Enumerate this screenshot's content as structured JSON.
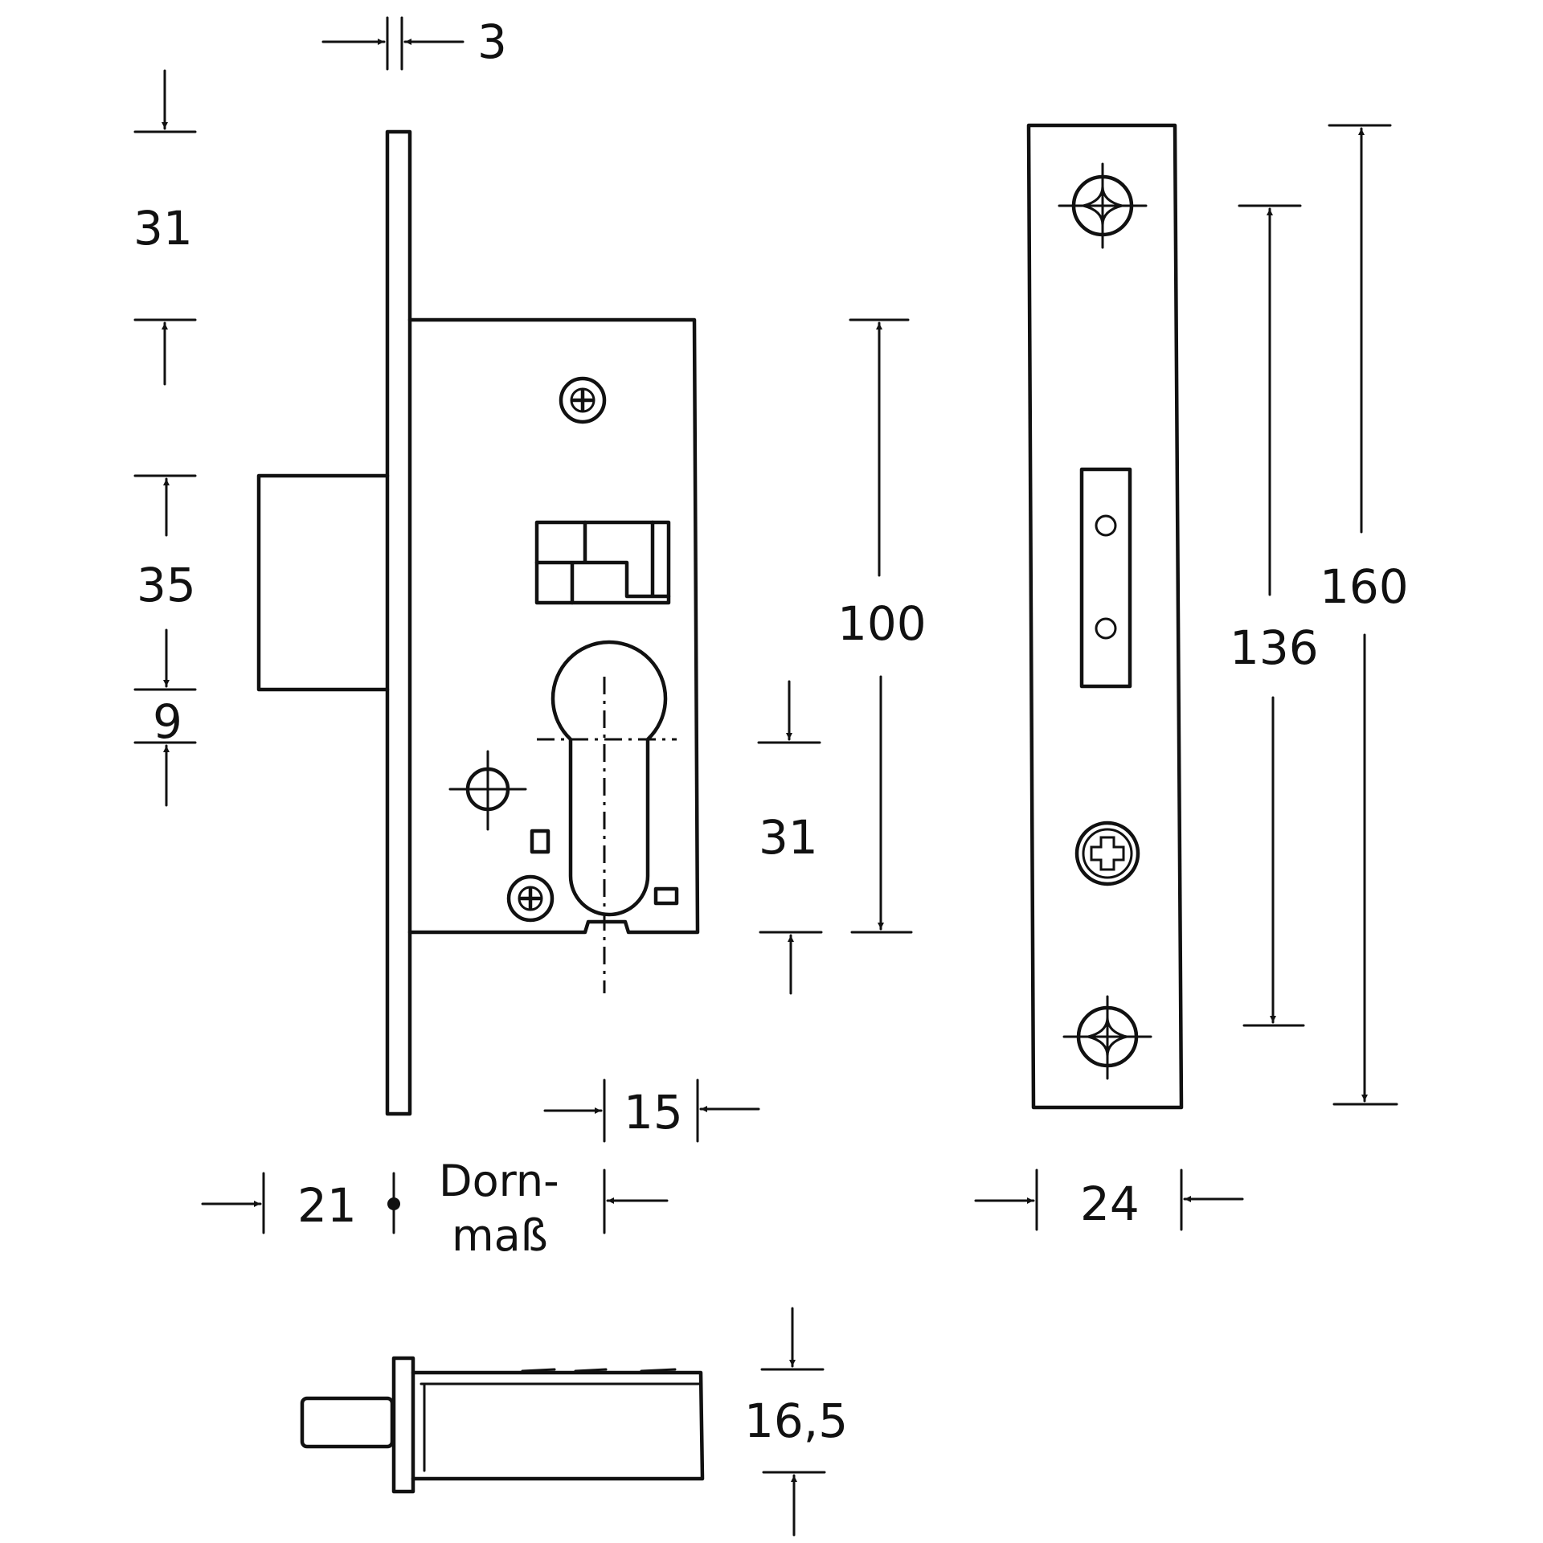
{
  "dimensions": {
    "faceplate_thickness": "3",
    "top_to_latch": "31",
    "latch_height": "35",
    "bolt_gap": "9",
    "case_height": "100",
    "cylinder_to_bottom": "31",
    "cylinder_offset": "15",
    "faceplate_offset": "21",
    "backset_label_line1": "Dorn-",
    "backset_label_line2": "maß",
    "faceplate_width": "24",
    "screw_spacing": "136",
    "faceplate_length": "160",
    "bolt_depth": "16,5"
  }
}
